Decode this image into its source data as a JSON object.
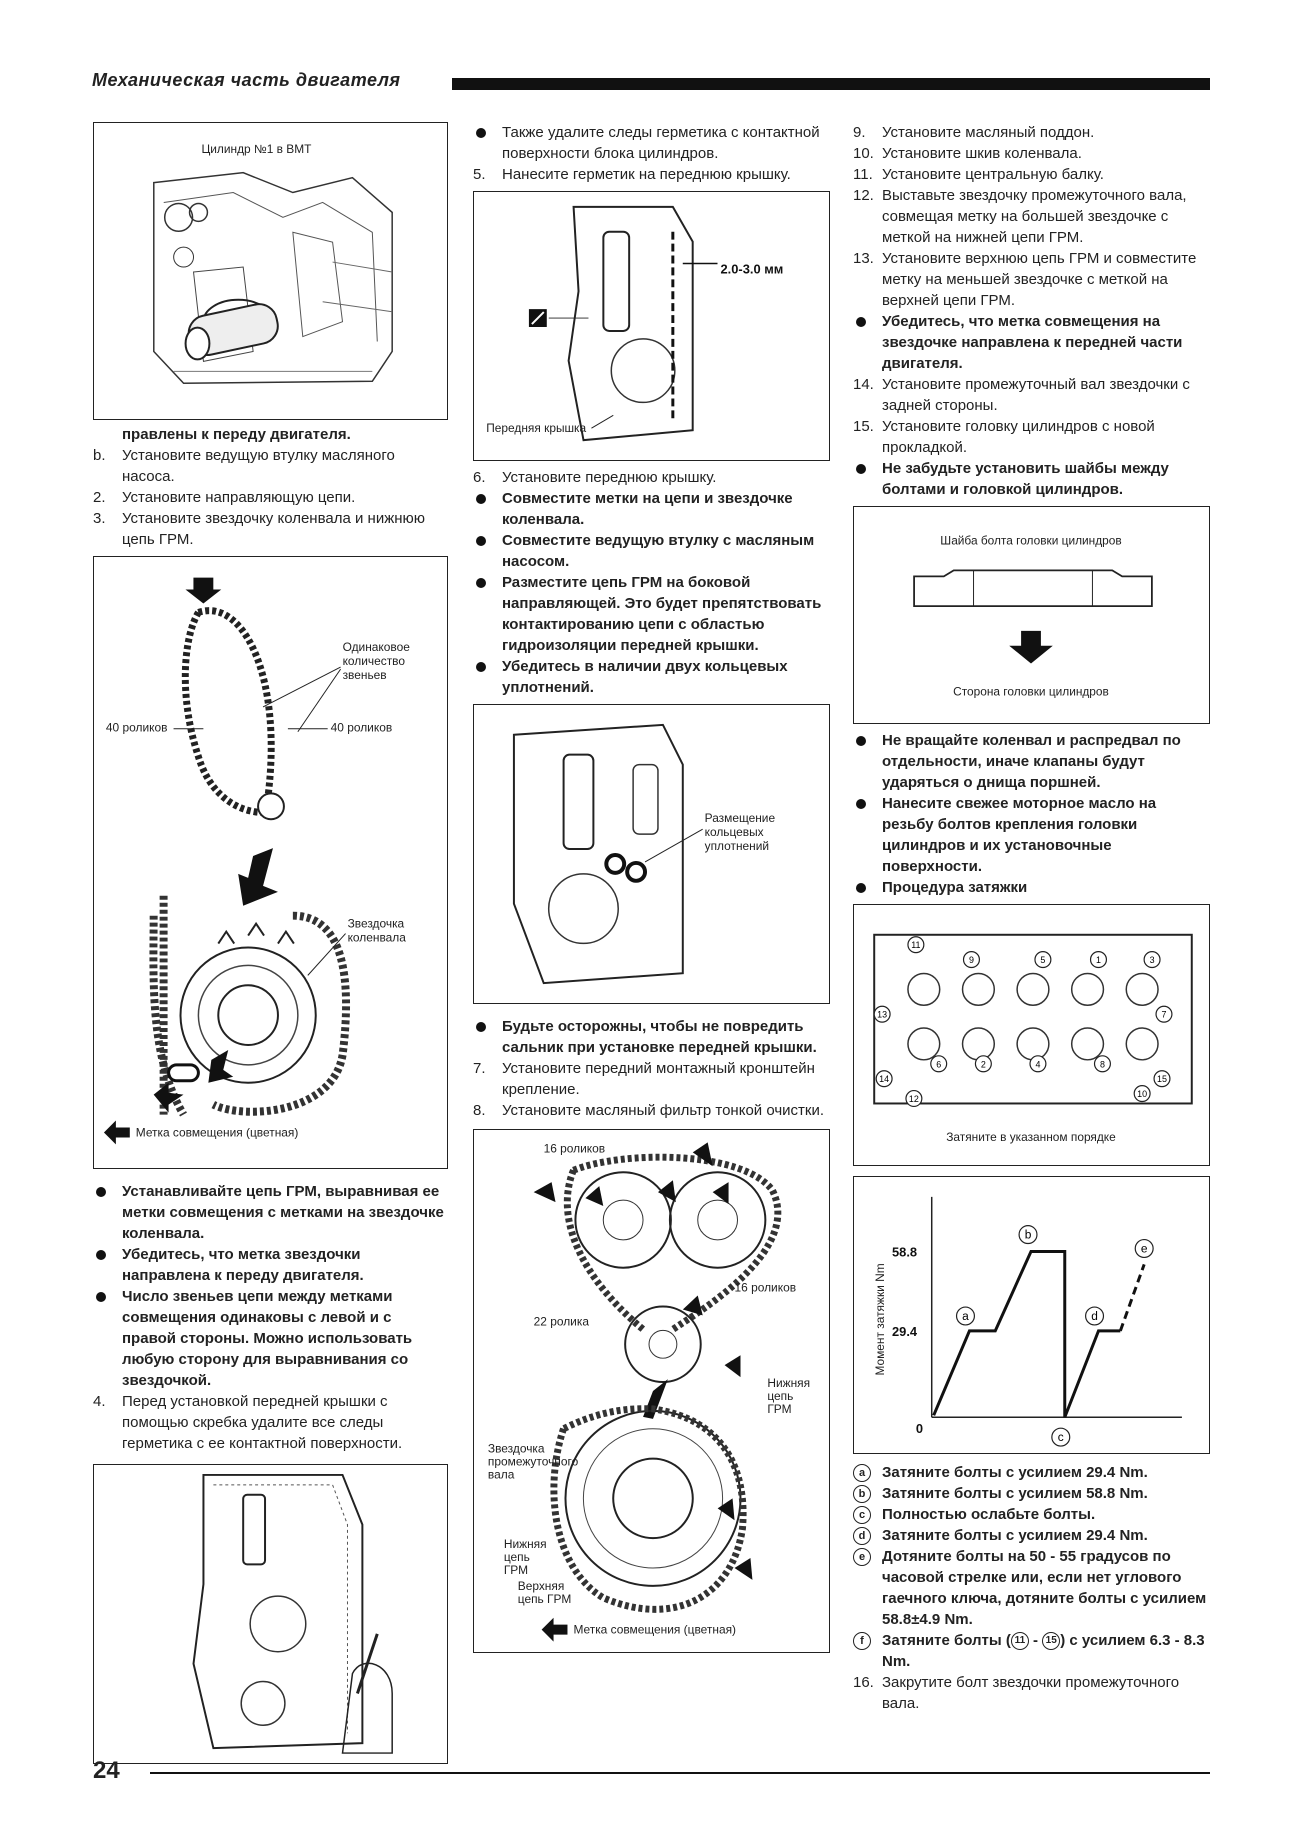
{
  "header": {
    "title": "Механическая часть двигателя"
  },
  "footer": {
    "page_number": "24"
  },
  "col1": {
    "fig1_label": "Цилиндр №1 в ВМТ",
    "cont1": "правлены к переду двигателя.",
    "item_b_num": "b.",
    "item_b": "Установите ведущую втулку масляного насоса.",
    "item2_num": "2.",
    "item2": "Установите направляющую цепи.",
    "item3_num": "3.",
    "item3": "Установите звездочку коленвала и нижнюю цепь ГРМ.",
    "fig2": {
      "same_count": "Одинаковое количество звеньев",
      "rollers_left": "40 роликов",
      "rollers_right": "40 роликов",
      "crank_sprocket": "Звездочка коленвала",
      "timing_mark": "Метка совмещения (цветная)"
    },
    "bullet1": "Устанавливайте цепь ГРМ, выравнивая ее метки совмещения с метками на звездочке коленвала.",
    "bullet2": "Убедитесь, что метка звездочки направлена к переду двигателя.",
    "bullet3": "Число звеньев цепи между метками совмещения одинаковы с левой и с правой стороны. Можно использовать любую сторону для выравнивания со звездочкой.",
    "item4_num": "4.",
    "item4": "Перед установкой передней крышки с помощью скребка удалите все следы герметика с ее контактной поверхности."
  },
  "col2": {
    "bullet_top": "Также удалите следы герметика с контактной поверхности блока цилиндров.",
    "item5_num": "5.",
    "item5": "Нанесите герметик на переднюю крышку.",
    "fig_cover": {
      "gap": "2.0-3.0 мм",
      "front_cover": "Передняя крышка"
    },
    "item6_num": "6.",
    "item6": "Установите переднюю крышку.",
    "b1": "Совместите метки на цепи и звездочке коленвала.",
    "b2": "Совместите ведущую втулку с масляным насосом.",
    "b3": "Разместите цепь ГРМ на боковой направляющей. Это будет препятствовать контактированию цепи с областью гидроизоляции передней крышки.",
    "b4": "Убедитесь в наличии двух кольцевых уплотнений.",
    "fig_orings": {
      "label": "Размещение кольцевых уплотнений"
    },
    "b5": "Будьте осторожны, чтобы не повредить сальник при установке передней крышки.",
    "item7_num": "7.",
    "item7": "Установите передний монтажный кронштейн крепление.",
    "item8_num": "8.",
    "item8": "Установите масляный фильтр тонкой очистки.",
    "fig_chain": {
      "r16a": "16 роликов",
      "r16b": "16 роликов",
      "r22": "22 ролика",
      "lower_chain_right": "Нижняя цепь ГРМ",
      "idler_sprocket": "Звездочка промежуточного вала",
      "lower_chain_left": "Нижняя цепь ГРМ",
      "upper_chain": "Верхняя цепь ГРМ",
      "timing_mark": "Метка совмещения (цветная)"
    }
  },
  "col3": {
    "item9_num": "9.",
    "item9": "Установите масляный поддон.",
    "item10_num": "10.",
    "item10": "Установите шкив коленвала.",
    "item11_num": "11.",
    "item11": "Установите центральную балку.",
    "item12_num": "12.",
    "item12": "Выставьте звездочку промежуточного вала, совмещая метку на большей звездочке с меткой на нижней цепи ГРМ.",
    "item13_num": "13.",
    "item13": "Установите верхнюю цепь ГРМ и совместите метку на меньшей звездочке с меткой на верхней цепи ГРМ.",
    "b1": "Убедитесь, что метка совмещения на звездочке направлена к передней части двигателя.",
    "item14_num": "14.",
    "item14": "Установите промежуточный вал звездочки с задней стороны.",
    "item15_num": "15.",
    "item15": "Установите головку цилиндров с новой прокладкой.",
    "b2": "Не забудьте установить шайбы между болтами и головкой цилиндров.",
    "fig_washer": {
      "title": "Шайба болта головки цилиндров",
      "bottom": "Сторона головки цилиндров"
    },
    "b3": "Не вращайте коленвал и распредвал по отдельности, иначе клапаны будут ударяться о днища поршней.",
    "b4": "Нанесите свежее моторное масло на резьбу болтов крепления головки цилиндров и их установочные поверхности.",
    "b5": "Процедура затяжки",
    "fig_head": {
      "caption": "Затяните в указанном порядке",
      "numbers": [
        "11",
        "9",
        "5",
        "1",
        "3",
        "7",
        "13",
        "15",
        "14",
        "12",
        "10",
        "8",
        "4",
        "2",
        "6"
      ]
    },
    "fig_torque": {
      "ylabel": "Момент затяжки Nm",
      "y_high": "58.8",
      "y_low": "29.4",
      "origin": "0",
      "labels": [
        "a",
        "b",
        "c",
        "d",
        "e"
      ]
    },
    "steps": [
      {
        "letter": "a",
        "text": "Затяните болты с усилием 29.4 Nm."
      },
      {
        "letter": "b",
        "text": "Затяните болты с усилием 58.8 Nm."
      },
      {
        "letter": "c",
        "text": "Полностью ослабьте болты."
      },
      {
        "letter": "d",
        "text": "Затяните болты с усилием 29.4 Nm."
      },
      {
        "letter": "e",
        "text": "Дотяните болты на 50 - 55 градусов по часовой стрелке или, если нет углового гаечного ключа, дотяните болты с усилием 58.8±4.9 Nm."
      }
    ],
    "step_f": {
      "letter": "f",
      "pre": "Затяните болты (",
      "n1": "11",
      "dash": " - ",
      "n2": "15",
      "post": ") с усилием 6.3 - 8.3 Nm."
    },
    "item16_num": "16.",
    "item16": "Закрутите болт звездочки промежуточного вала."
  }
}
